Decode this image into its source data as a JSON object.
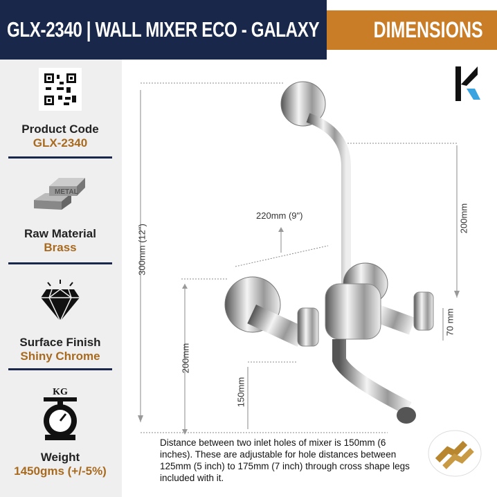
{
  "header": {
    "title": "GLX-2340 |  WALL MIXER ECO - GALAXY",
    "section": "DIMENSIONS"
  },
  "sidebar": [
    {
      "label": "Product Code",
      "value": "GLX-2340",
      "icon": "qr-code-icon"
    },
    {
      "label": "Raw Material",
      "value": "Brass",
      "icon": "metal-bars-icon",
      "icon_text": "METAL"
    },
    {
      "label": "Surface Finish",
      "value": "Shiny Chrome",
      "icon": "diamond-icon"
    },
    {
      "label": "Weight",
      "value": "1450gms (+/-5%)",
      "icon": "weighing-scale-icon",
      "icon_text": "KG"
    }
  ],
  "dimensions": {
    "total_height": "300mm (12\")",
    "top_height": "200mm",
    "reach": "220mm (9\")",
    "valve_height": "200mm",
    "spout_height": "150mm",
    "handle": "70 mm"
  },
  "description": "Distance between two inlet holes of mixer is 150mm (6 inches). These are adjustable for hole distances between  125mm (5 inch) to 175mm (7 inch) through cross shape legs included with it.",
  "colors": {
    "navy": "#18274a",
    "orange": "#c97d26",
    "value_text": "#a86a1e"
  }
}
